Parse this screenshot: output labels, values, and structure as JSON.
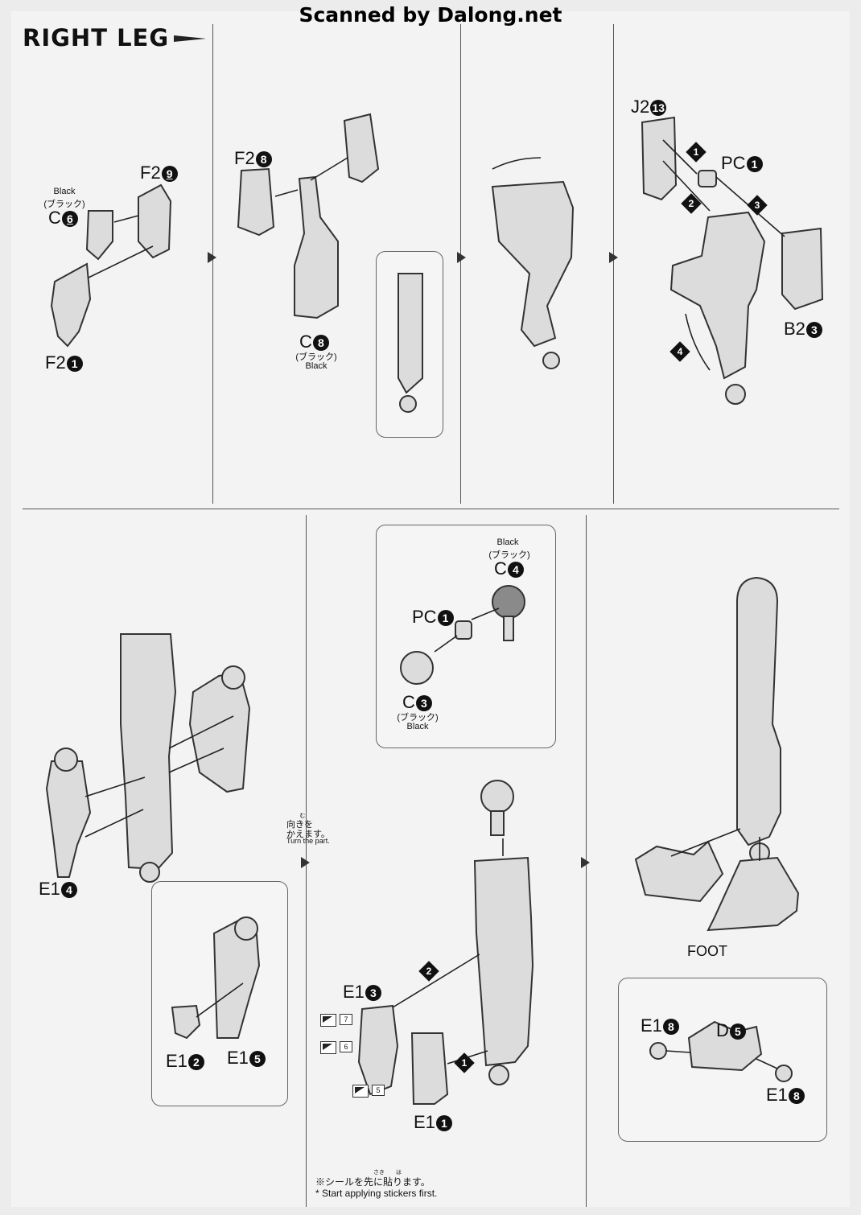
{
  "header": {
    "scanned_by": "Scanned by Dalong.net",
    "section_title": "RIGHT LEG"
  },
  "parts": {
    "f2_9": "F2",
    "c6": "C",
    "c6_black_en": "Black",
    "c6_black_jp": "(ブラック)",
    "f2_1": "F2",
    "f2_8": "F2",
    "c8": "C",
    "c8_black_jp": "(ブラック)",
    "c8_black_en": "Black",
    "j2_13": "J2",
    "pc1_top": "PC",
    "b2_3": "B2",
    "e1_4": "E1",
    "e1_2": "E1",
    "e1_5": "E1",
    "c4_black_en": "Black",
    "c4_black_jp": "(ブラック)",
    "c4": "C",
    "pc1_mid": "PC",
    "c3": "C",
    "c3_black_jp": "(ブラック)",
    "c3_black_en": "Black",
    "e1_3": "E1",
    "e1_1": "E1",
    "foot": "FOOT",
    "e1_8a": "E1",
    "d5": "D",
    "e1_8b": "E1"
  },
  "numbers": {
    "n9": "9",
    "n6": "6",
    "n1": "1",
    "n8": "8",
    "n8b": "8",
    "n13": "13",
    "pc1": "1",
    "n3": "3",
    "n4": "4",
    "n2": "2",
    "n5": "5",
    "c4n": "4",
    "pc1b": "1",
    "c3n": "3",
    "e13n": "3",
    "e11n": "1",
    "e18a": "8",
    "d5n": "5",
    "e18b": "8"
  },
  "steps": {
    "s1": "1",
    "s2": "2",
    "s3": "3",
    "s4": "4",
    "b1": "1",
    "b2": "2"
  },
  "stickers": {
    "st7": "7",
    "st6": "6",
    "st5": "5"
  },
  "notes": {
    "turn_jp_ruby": "む",
    "turn_jp": "向きを",
    "turn_jp2": "かえます。",
    "turn_en": "Turn the part.",
    "sticker_ruby": "さき　　は",
    "sticker_jp": "※シールを先に貼ります。",
    "sticker_en": "* Start applying stickers first."
  }
}
